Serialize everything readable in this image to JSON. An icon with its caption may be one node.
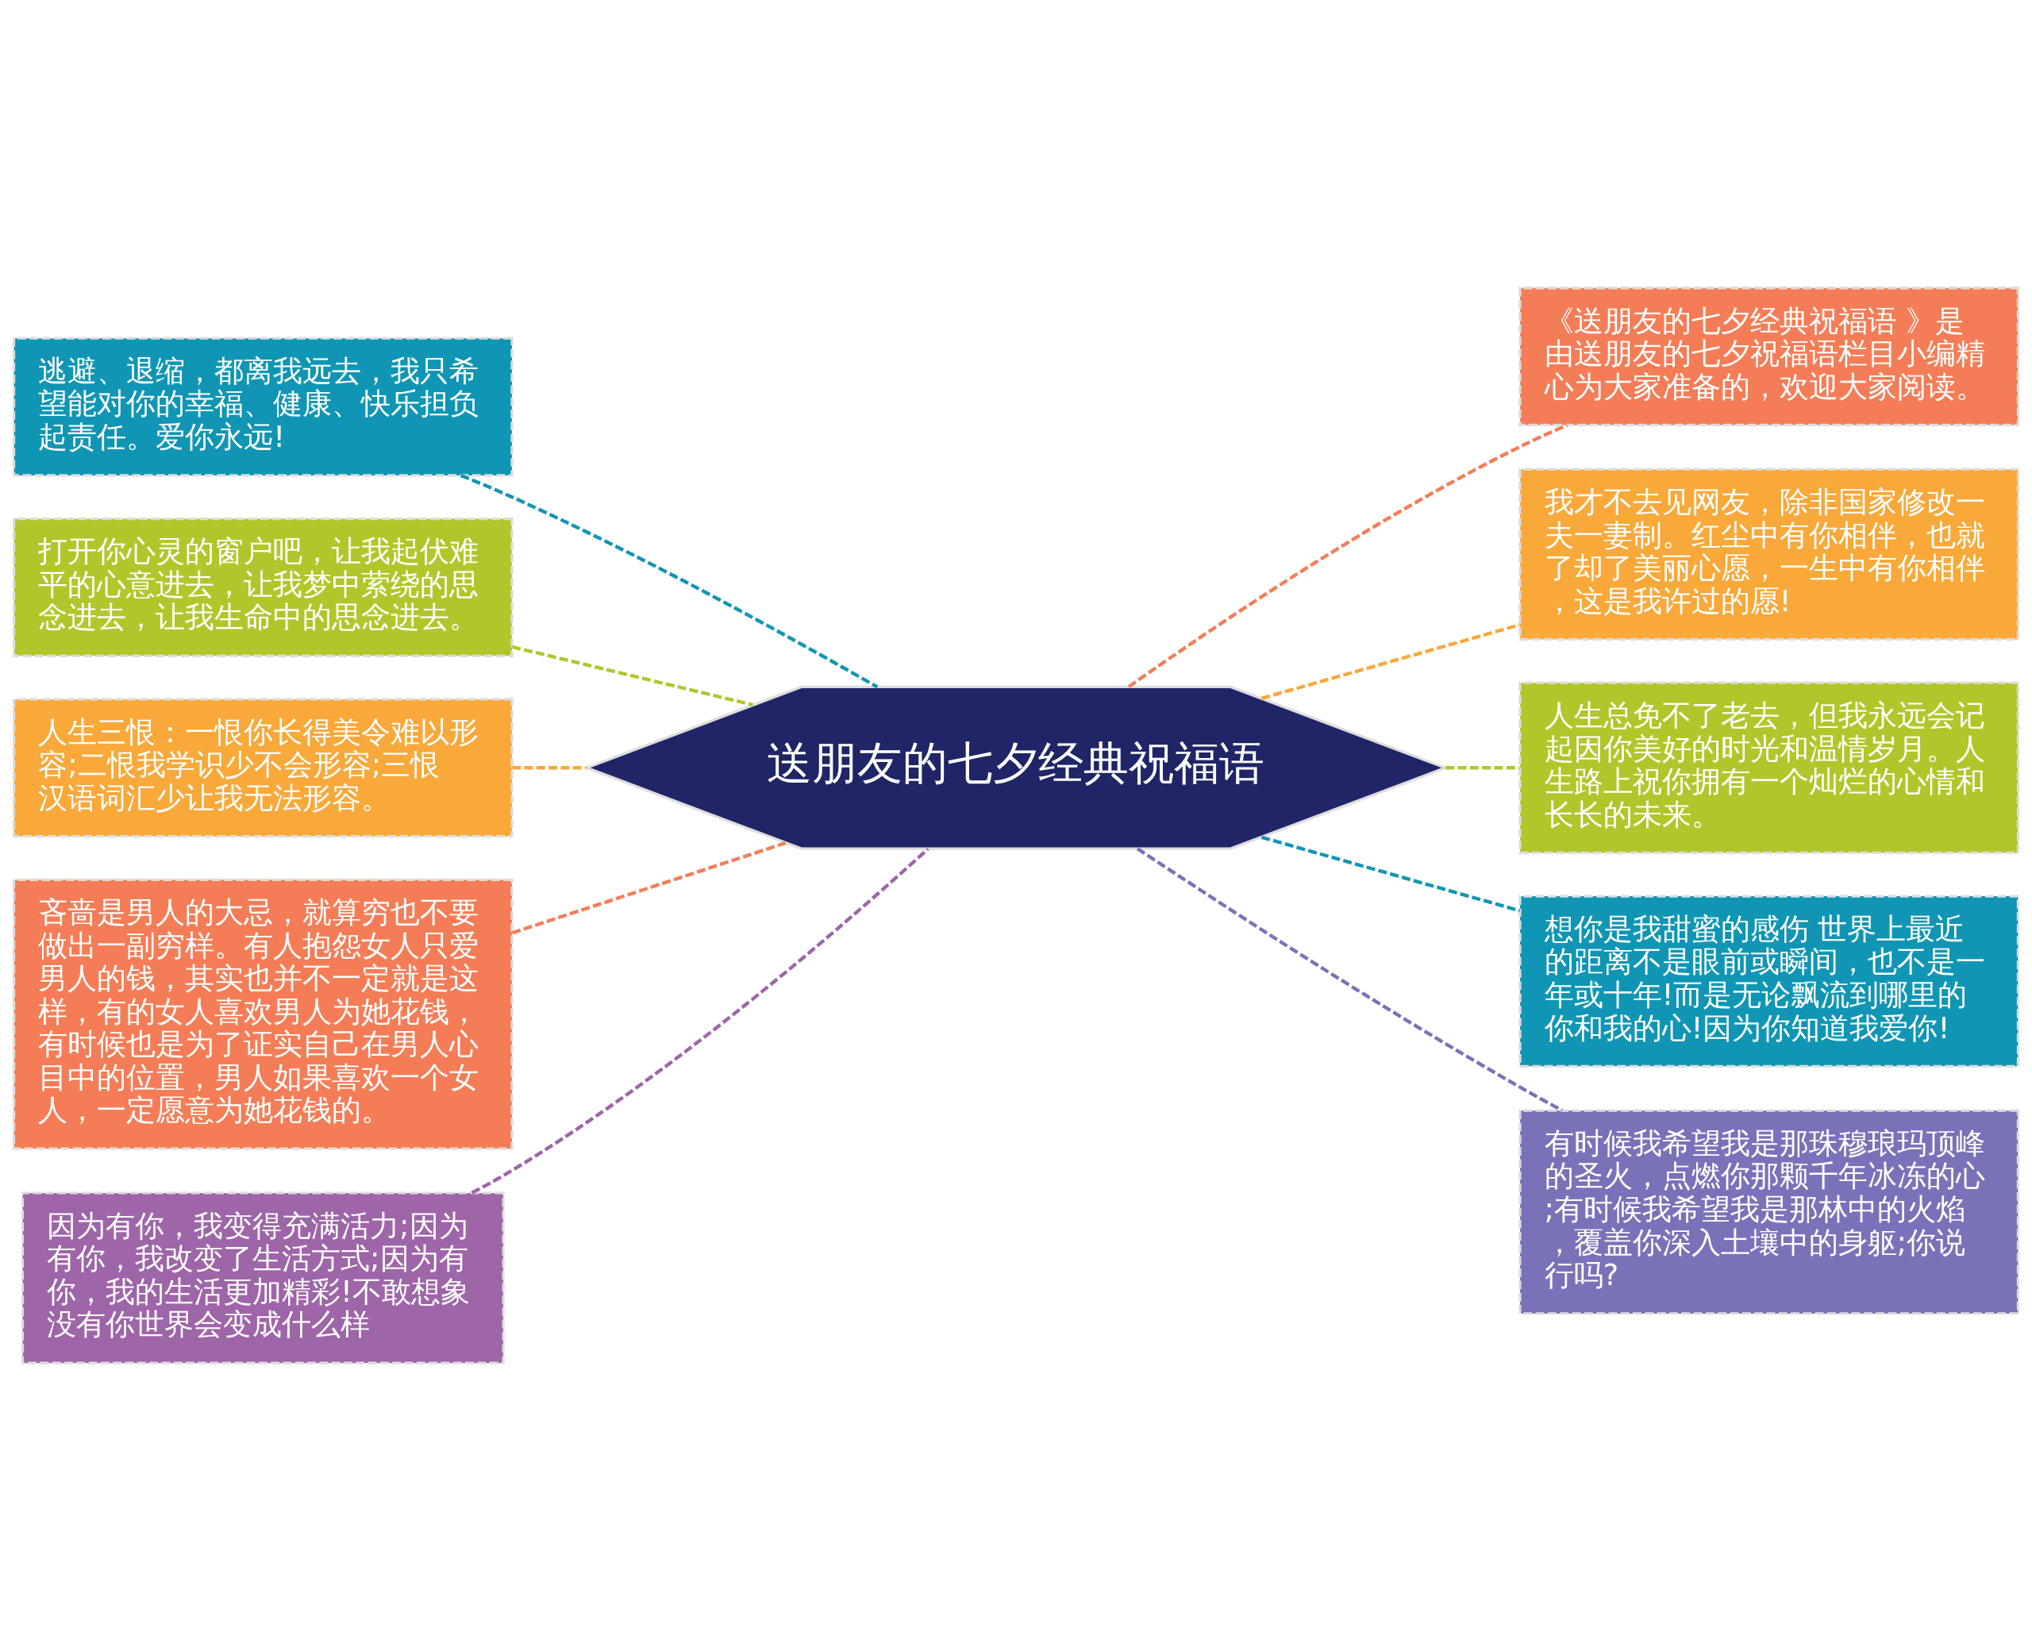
{
  "diagram": {
    "nodes": [
      {
        "text": [
          "送朋友的七夕经典祝福语"
        ]
      },
      {
        "text": [
          "逃避、退缩，都离我远去，我只希望能对你的幸福、健康、快乐担负起责任。爱你永远!"
        ]
      },
      {
        "text": [
          "打开你心灵的窗户吧，让我起伏难平的心意进去，让我梦中萦绕的思念进去，让我生命中的思念进去。"
        ]
      },
      {
        "text": [
          "人生三恨：一恨你长得美令难以形容;二恨我学识少不会形容;三恨汉语词汇少让我无法形容。"
        ]
      },
      {
        "text": [
          "吝啬是男人的大忌，就算穷也不要做出一副穷样。有人抱怨女人只爱男人的钱，其实也并不一定就是这样，有的女人喜欢男人为她花钱，有时候也是为了证实自己在男人心目中的位置，男人如果喜欢一个女人，一定愿意为她花钱的。"
        ]
      },
      {
        "text": [
          "因为有你，我变得充满活力;因为有你，我改变了生活方式;因为有你，我的生活更加精彩!不敢想象没有你世界会变成什么样"
        ]
      },
      {
        "text": [
          "《送朋友的七夕经典祝福语 》是由送朋友的七夕祝福语栏目小编精心为大家准备的，欢迎大家阅读。"
        ]
      },
      {
        "text": [
          "我才不去见网友，除非国家修改一夫一妻制。红尘中有你相伴，也就了却了美丽心愿，一生中有你相伴，这是我许过的愿!"
        ]
      },
      {
        "text": [
          "人生总免不了老去，但我永远会记起因你美好的时光和温情岁月。人生路上祝你拥有一个灿烂的心情和长长的未来。"
        ]
      },
      {
        "text": [
          "想你是我甜蜜的感伤 世界上最近的距离不是眼前或瞬间，也不是一年或十年!而是无论飘流到哪里的你和我的心!因为你知道我爱你!"
        ]
      },
      {
        "text": [
          "有时候我希望我是那珠穆琅玛顶峰的圣火，点燃你那颗千年冰冻的心;有时候我希望我是那林中的火焰，覆盖你深入土壤中的身躯;你说行吗?"
        ]
      }
    ],
    "edges": [
      {
        "from": 1,
        "to": 0,
        "arrow": "none",
        "style": "dashed",
        "color": "#1096b4"
      },
      {
        "from": 2,
        "to": 0,
        "arrow": "none",
        "style": "dashed",
        "color": "#b2c62c"
      },
      {
        "from": 3,
        "to": 0,
        "arrow": "none",
        "style": "dashed",
        "color": "#f9a83a"
      },
      {
        "from": 4,
        "to": 0,
        "arrow": "none",
        "style": "dashed",
        "color": "#f47d57"
      },
      {
        "from": 5,
        "to": 0,
        "arrow": "none",
        "style": "dashed",
        "color": "#9e65a8"
      },
      {
        "from": 0,
        "to": 6,
        "arrow": "none",
        "style": "dashed",
        "color": "#f47d57"
      },
      {
        "from": 0,
        "to": 7,
        "arrow": "none",
        "style": "dashed",
        "color": "#f9a83a"
      },
      {
        "from": 0,
        "to": 8,
        "arrow": "none",
        "style": "dashed",
        "color": "#b2c62c"
      },
      {
        "from": 0,
        "to": 9,
        "arrow": "none",
        "style": "dashed",
        "color": "#1096b4"
      },
      {
        "from": 0,
        "to": 10,
        "arrow": "none",
        "style": "dashed",
        "color": "#7a72b8"
      }
    ]
  }
}
